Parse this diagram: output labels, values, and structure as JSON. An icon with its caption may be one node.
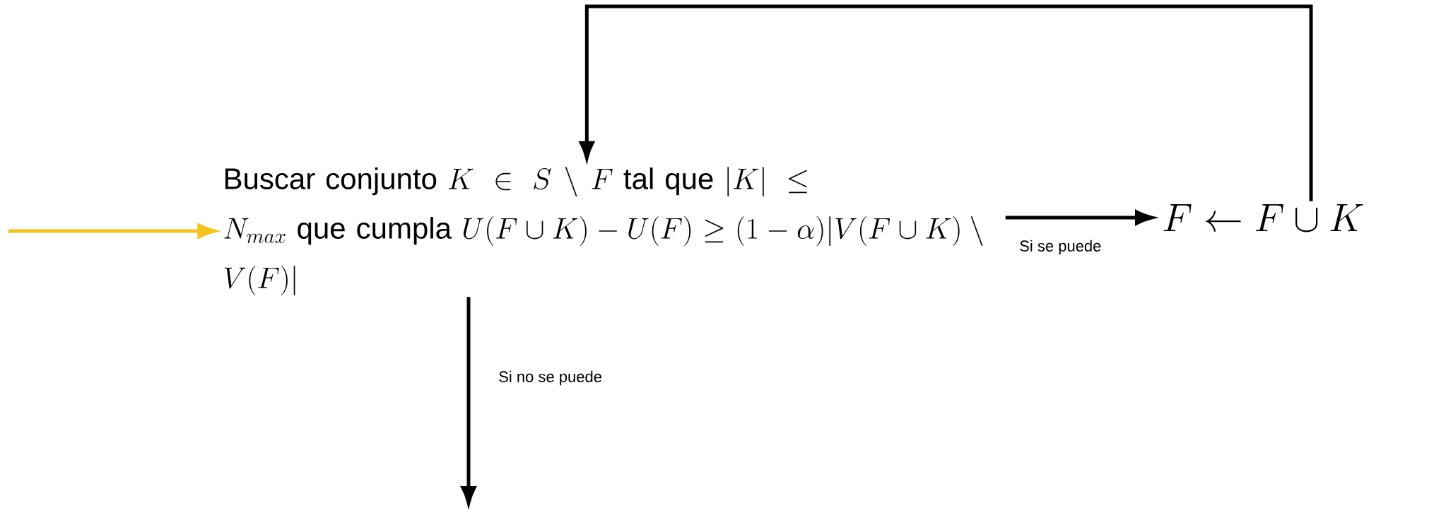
{
  "diagram": {
    "nodes": [
      {
        "text": [
          "\\text{Buscar conjunto } K \\in S \\setminus F \\text{ tal que } |K| \\leq N_{max} \\text{ que cumpla } U(F \\cup K) - U(F) \\geq (1-\\alpha)|V(F \\cup K) \\setminus V(F)|"
        ]
      },
      {
        "text": [
          "F \\leftarrow F \\cup K"
        ]
      }
    ],
    "edges": [
      {
        "from": null,
        "to": 0,
        "arrow": "to",
        "color": "#f7c21b"
      },
      {
        "from": 0,
        "to": 1,
        "arrow": "to",
        "label": "Si se puede"
      },
      {
        "from": 1,
        "to": 0,
        "arrow": "to"
      },
      {
        "from": 0,
        "to": null,
        "arrow": "to",
        "label": "Si no se puede"
      }
    ]
  }
}
